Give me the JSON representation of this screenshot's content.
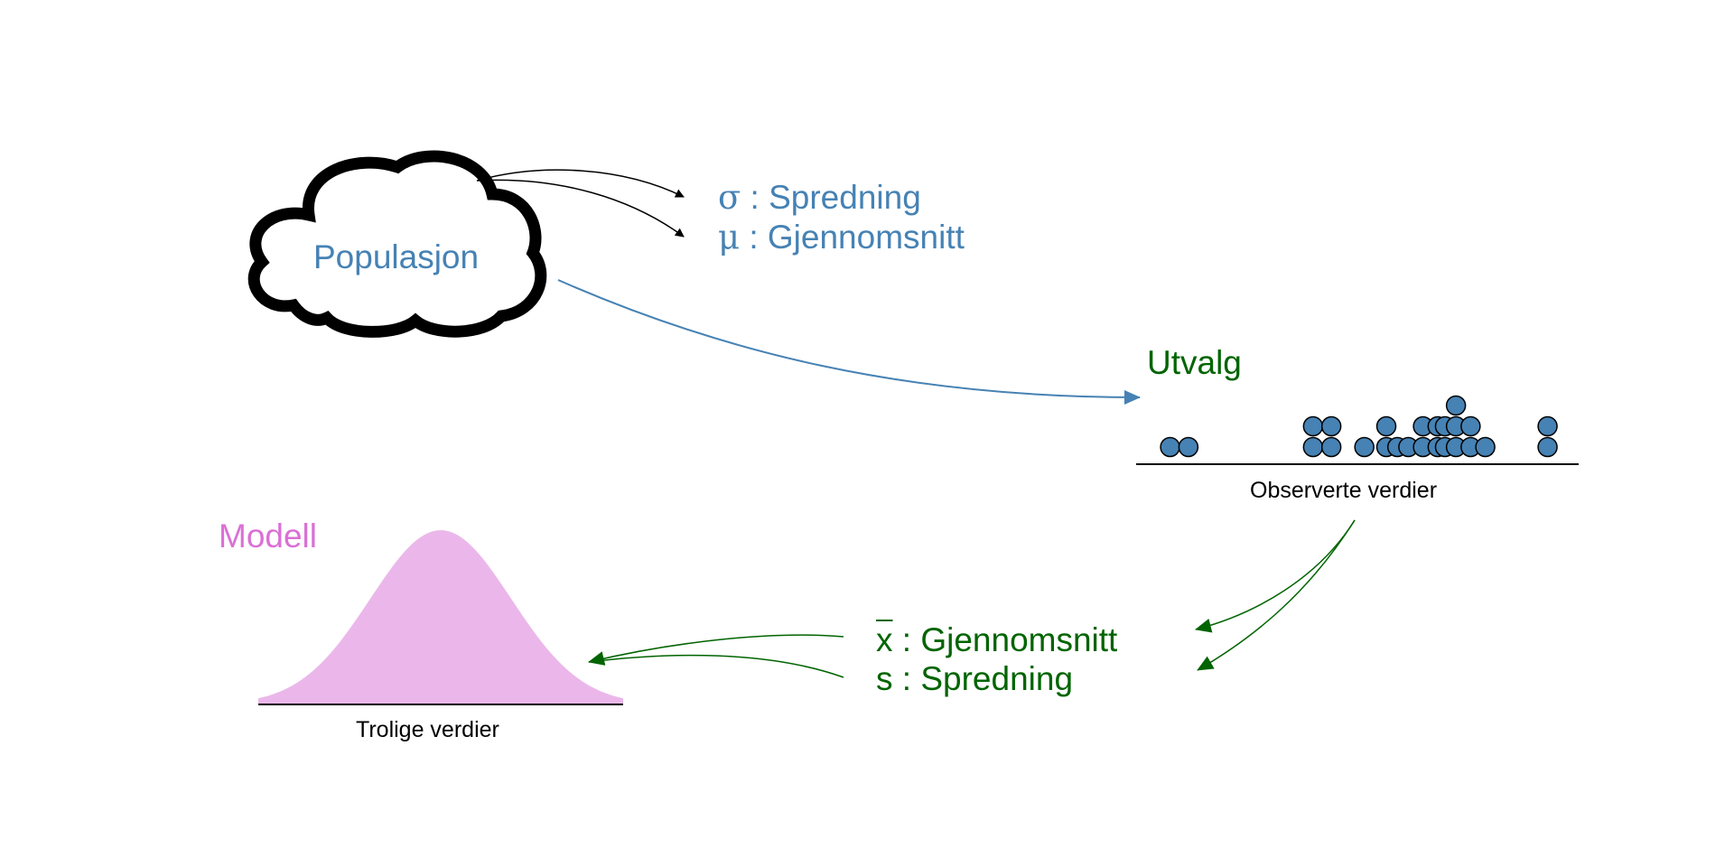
{
  "population": {
    "label": "Populasjon",
    "params": [
      {
        "symbol": "σ",
        "sep": " : ",
        "name": "Spredning"
      },
      {
        "symbol": "μ",
        "sep": " : ",
        "name": "Gjennomsnitt"
      }
    ]
  },
  "sample": {
    "label": "Utvalg",
    "axis_label": "Observerte verdier",
    "stats": [
      {
        "symbol": "x",
        "sep": " : ",
        "name": "Gjennomsnitt"
      },
      {
        "symbol": "s",
        "sep": " : ",
        "name": "Spredning"
      }
    ]
  },
  "model": {
    "label": "Modell",
    "axis_label": "Trolige verdier"
  },
  "chart_data": {
    "type": "scatter",
    "description_free": true,
    "x": [
      1.0,
      1.5,
      4.9,
      4.9,
      5.4,
      5.4,
      6.3,
      6.9,
      6.9,
      7.2,
      7.5,
      7.9,
      7.9,
      8.3,
      8.3,
      8.5,
      8.5,
      8.8,
      8.8,
      8.8,
      9.2,
      9.2,
      9.6,
      11.3,
      11.3
    ],
    "stack": [
      0,
      0,
      0,
      1,
      0,
      1,
      0,
      0,
      1,
      0,
      0,
      0,
      1,
      0,
      1,
      0,
      1,
      0,
      1,
      2,
      0,
      1,
      0,
      0,
      1
    ],
    "xlim": [
      0,
      12
    ]
  },
  "colors": {
    "population": "#4682b4",
    "sample": "#006400",
    "model": "#da70d6",
    "model_fill": "#ebb7ea",
    "dot_fill": "#4682b4"
  }
}
